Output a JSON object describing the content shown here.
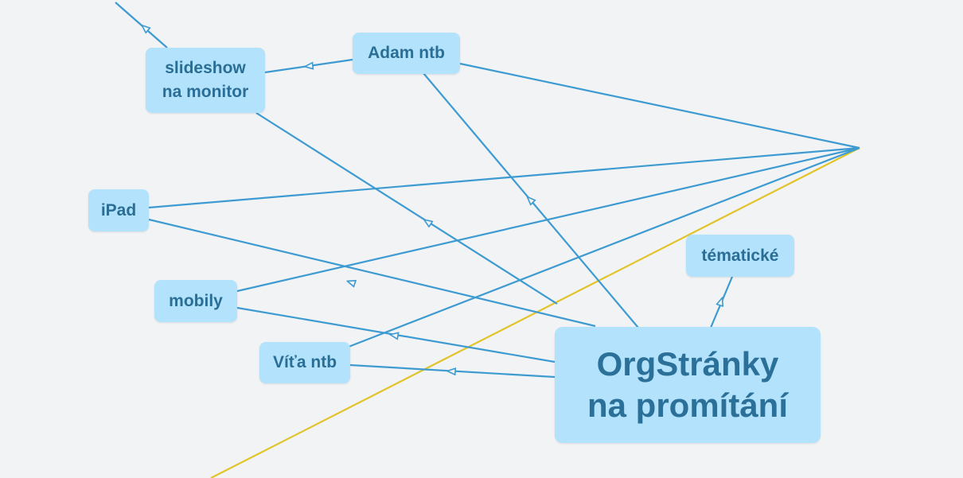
{
  "map": {
    "central": "OrgStránky\nna promítání",
    "topics": {
      "adam": "Adam ntb",
      "slideshow": "slideshow\nna monitor",
      "ipad": "iPad",
      "mobily": "mobily",
      "vita": "Víťa ntb",
      "tematicke": "tématické"
    }
  },
  "colors": {
    "background": "#f1f3f5",
    "node_fill": "#b3e3fc",
    "node_text": "#2a6e95",
    "link": "#3d9bd1",
    "accent_line": "#e2c42a"
  }
}
